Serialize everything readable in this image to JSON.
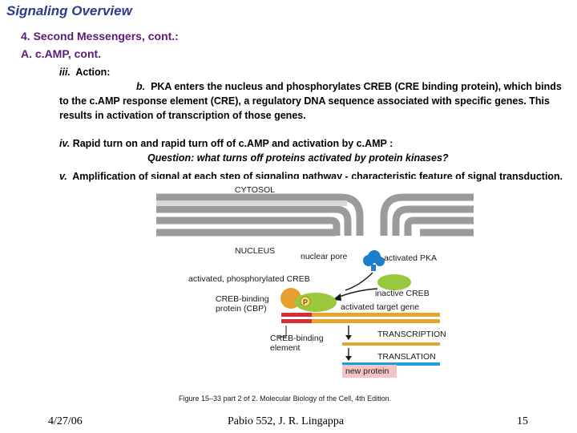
{
  "title": "Signaling Overview",
  "subheading1": "4.  Second Messengers, cont.:",
  "subheading2": "A.  c.AMP, cont.",
  "item_iii_prefix": "iii.",
  "item_iii_text": "Action:",
  "item_b_prefix": "b.",
  "item_b_text": "PKA  enters the nucleus and phosphorylates CREB (CRE binding protein), which binds to the c.AMP response element (CRE), a regulatory DNA  sequence associated with specific   genes.  This results in activation of transcription of  those genes.",
  "item_iv_prefix": "iv.",
  "item_iv_text": "Rapid turn on and rapid turn off of c.AMP and activation by c.AMP :",
  "item_iv_question": "Question:  what turns off proteins activated by protein kinases?",
  "item_v_prefix": "v.",
  "item_v_text": "Amplification of signal at each step of signaling pathway - characteristic feature of signal transduction.",
  "figure": {
    "cytosol": "CYTOSOL",
    "nucleus": "NUCLEUS",
    "nuclear_pore": "nuclear pore",
    "activated_pka": "activated PKA",
    "activated_creb": "activated, phosphorylated CREB",
    "inactive_creb": "inactive CREB",
    "creb_binding_protein_1": "CREB-binding",
    "creb_binding_protein_2": "protein (CBP)",
    "phospho": "P",
    "activated_target_gene": "activated target gene",
    "transcription": "TRANSCRIPTION",
    "translation": "TRANSLATION",
    "creb_binding_element_1": "CREB-binding",
    "creb_binding_element_2": "element",
    "new_protein": "new protein",
    "caption": "Figure 15–33 part 2 of 2. Molecular Biology of the Cell, 4th Edition."
  },
  "footer": {
    "date": "4/27/06",
    "credit": "Pabio 552,  J. R. Lingappa",
    "page": "15"
  }
}
